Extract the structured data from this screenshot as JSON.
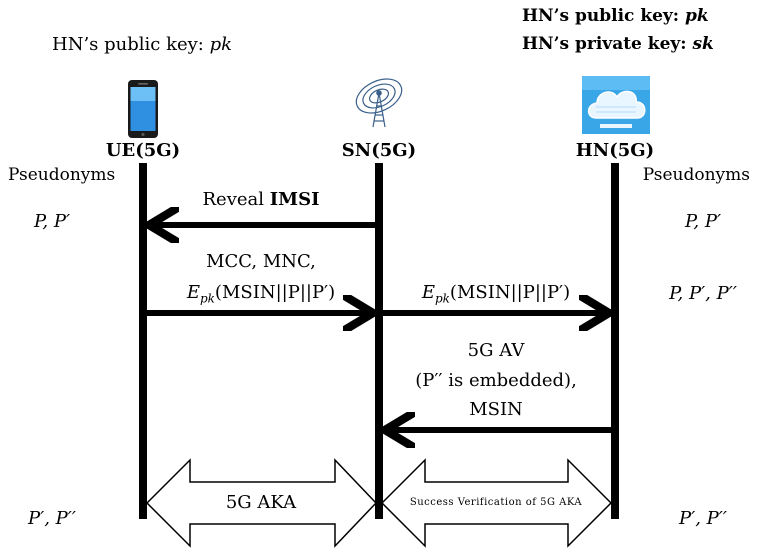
{
  "keys": {
    "ue_public_key_label": "HN’s public key:",
    "ue_public_key_value": "pk",
    "hn_public_key_label": "HN’s public key:",
    "hn_public_key_value": "pk",
    "hn_private_key_label": "HN’s private key:",
    "hn_private_key_value": "sk"
  },
  "entities": {
    "ue": "UE(5G)",
    "sn": "SN(5G)",
    "hn": "HN(5G)"
  },
  "pseudonyms": {
    "left_header": "Pseudonyms",
    "right_header": "Pseudonyms",
    "ue_initial": "P, P′",
    "ue_final": "P′, P′′",
    "hn_initial": "P, P′",
    "hn_after_request": "P, P′, P′′",
    "hn_final": "P′, P′′"
  },
  "messages": {
    "reveal_prefix": "Reveal",
    "reveal_bold": "IMSI",
    "ue_to_sn_line1": "MCC, MNC,",
    "ue_to_sn_line2_prefix": "E",
    "ue_to_sn_line2_sub": "pk",
    "ue_to_sn_line2_rest": "(MSIN||P||P′)",
    "sn_to_hn_prefix": "E",
    "sn_to_hn_sub": "pk",
    "sn_to_hn_rest": "(MSIN||P||P′)",
    "av_line1": "5G AV",
    "av_line2": "(P′′ is embedded),",
    "av_line3": "MSIN"
  },
  "procedures": {
    "aka": "5G AKA",
    "verification": "Success Verification of 5G AKA"
  },
  "icons": {
    "ue": "smartphone-icon",
    "sn": "cell-tower-icon",
    "hn": "cloud-server-icon"
  },
  "colors": {
    "line": "#000000",
    "cloud_bg": "#39a6e8",
    "tower": "#3a5f8a"
  }
}
